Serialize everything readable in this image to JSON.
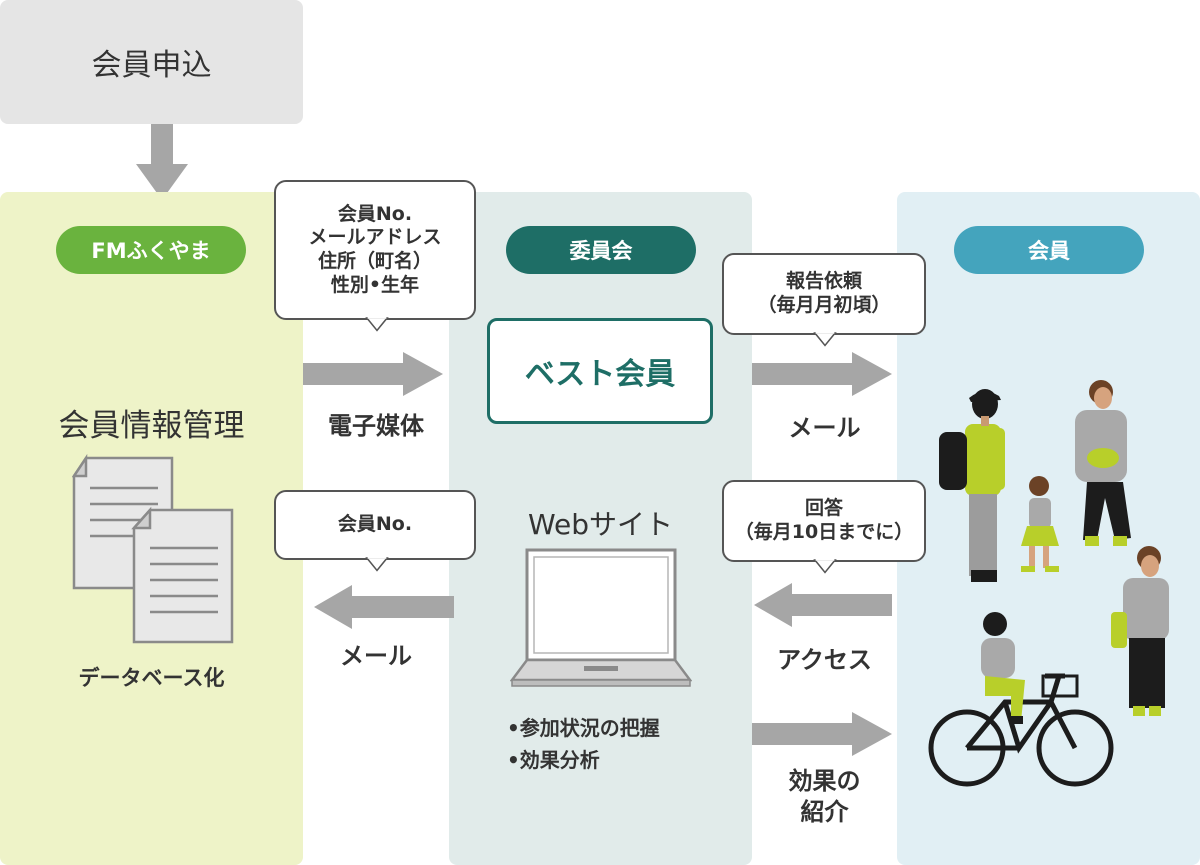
{
  "top": {
    "application": "会員申込"
  },
  "fm": {
    "badge": "FMふくやま",
    "info_title": "会員情報管理",
    "db_label": "データベース化",
    "color": "#6ab33e"
  },
  "committee": {
    "badge": "委員会",
    "best_member": "ベスト会員",
    "website_title": "Webサイト",
    "bullets": [
      "•参加状況の把握",
      "•効果分析"
    ],
    "color": "#1e6e66"
  },
  "member": {
    "badge": "会員",
    "color": "#44a4bd"
  },
  "bubbles": {
    "data_lines": [
      "会員No.",
      "メールアドレス",
      "住所（町名）",
      "性別•生年"
    ],
    "member_no": "会員No.",
    "report_lines": [
      "報告依頼",
      "（毎月月初頃）"
    ],
    "answer_lines": [
      "回答",
      "（毎月10日までに）"
    ]
  },
  "arrows": {
    "electronic": "電子媒体",
    "mail_to_member": "メール",
    "mail_to_fm": "メール",
    "access": "アクセス",
    "effect_lines": [
      "効果の",
      "紹介"
    ]
  },
  "icons": [
    "document-icon",
    "laptop-icon",
    "people-illustration"
  ]
}
